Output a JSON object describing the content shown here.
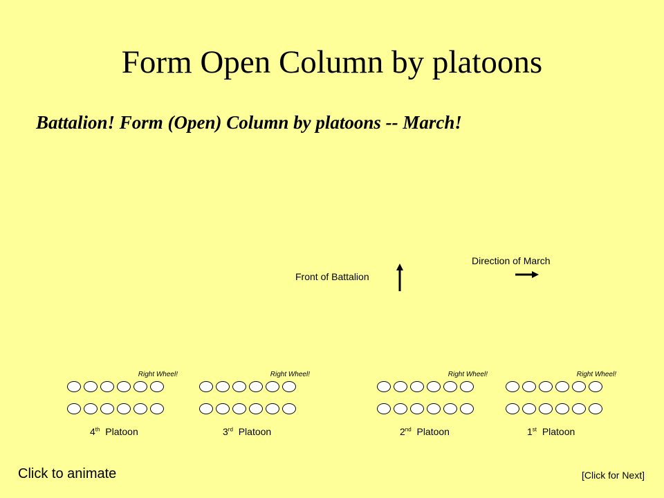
{
  "title": "Form Open Column by platoons",
  "command": "Battalion!  Form (Open) Column by platoons -- March!",
  "front_label": "Front of Battalion",
  "march_label": "Direction of March",
  "platoons": [
    {
      "num": "4",
      "suffix": "th",
      "name": "Platoon",
      "command": "Right Wheel!"
    },
    {
      "num": "3",
      "suffix": "rd",
      "name": "Platoon",
      "command": "Right Wheel!"
    },
    {
      "num": "2",
      "suffix": "nd",
      "name": "Platoon",
      "command": "Right Wheel!"
    },
    {
      "num": "1",
      "suffix": "st",
      "name": "Platoon",
      "command": "Right Wheel!"
    }
  ],
  "animate_label": "Click to animate",
  "next_label": "[Click for Next]"
}
